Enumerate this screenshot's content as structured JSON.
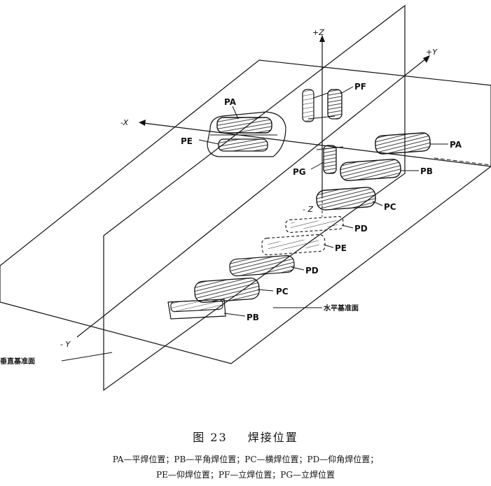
{
  "axes": {
    "z_pos": "+Z",
    "y_pos": "+Y",
    "x_neg": "-X",
    "y_neg": "- Y",
    "z_neg": "- Z"
  },
  "planes": {
    "horizontal": "水平基准面",
    "vertical": "垂直基准面"
  },
  "positions": {
    "pa_left": "PA",
    "pe_left": "PE",
    "pf": "PF",
    "pg": "PG",
    "pa_right": "PA",
    "pb_upper": "PB",
    "pc_upper": "PC",
    "pd_mid": "PD",
    "pe_mid": "PE",
    "pd_low": "PD",
    "pc_low": "PC",
    "pb_low": "PB"
  },
  "caption": {
    "figure_num": "图 23",
    "title": "焊接位置",
    "legend_line1": "PA—平焊位置；PB—平角焊位置；PC—横焊位置；PD—仰角焊位置；",
    "legend_line2": "PE—仰焊位置；PF—立焊位置；PG—立焊位置"
  }
}
